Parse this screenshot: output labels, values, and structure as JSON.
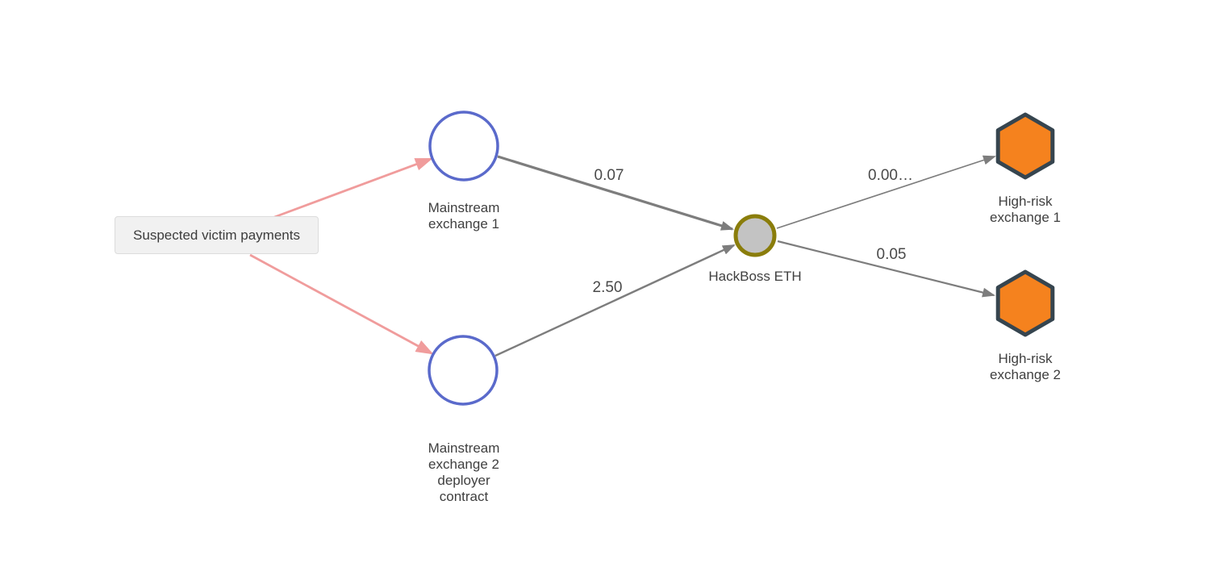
{
  "diagram": {
    "title": "transaction-flow-graph",
    "annotation": {
      "label": "Suspected victim payments"
    },
    "nodes": [
      {
        "id": "mainstream-exchange-1",
        "label": "Mainstream\nexchange 1",
        "shape": "circle",
        "fill": "#ffffff",
        "stroke": "#5a6acb"
      },
      {
        "id": "mainstream-exchange-2-deployer-contract",
        "label": "Mainstream\nexchange 2\ndeployer\ncontract",
        "shape": "circle",
        "fill": "#ffffff",
        "stroke": "#5a6acb"
      },
      {
        "id": "hackboss-eth",
        "label": "HackBoss ETH",
        "shape": "circle",
        "fill": "#c3c3c3",
        "stroke": "#8a7d0b"
      },
      {
        "id": "high-risk-exchange-1",
        "label": "High-risk\nexchange 1",
        "shape": "hexagon",
        "fill": "#f5821e",
        "stroke": "#36454f"
      },
      {
        "id": "high-risk-exchange-2",
        "label": "High-risk\nexchange 2",
        "shape": "hexagon",
        "fill": "#f5821e",
        "stroke": "#36454f"
      }
    ],
    "edges": [
      {
        "from": "annotation",
        "to": "mainstream-exchange-1",
        "label": "",
        "color": "#f09c9c"
      },
      {
        "from": "annotation",
        "to": "mainstream-exchange-2-deployer-contract",
        "label": "",
        "color": "#f09c9c"
      },
      {
        "from": "mainstream-exchange-1",
        "to": "hackboss-eth",
        "label": "0.07",
        "color": "#7d7d7d"
      },
      {
        "from": "mainstream-exchange-2-deployer-contract",
        "to": "hackboss-eth",
        "label": "2.50",
        "color": "#7d7d7d"
      },
      {
        "from": "hackboss-eth",
        "to": "high-risk-exchange-1",
        "label": "0.00…",
        "color": "#7d7d7d"
      },
      {
        "from": "hackboss-eth",
        "to": "high-risk-exchange-2",
        "label": "0.05",
        "color": "#7d7d7d"
      }
    ],
    "colors": {
      "background": "#ffffff",
      "edge_gray": "#7d7d7d",
      "edge_pink": "#f09c9c",
      "circle_stroke_blue": "#5a6acb",
      "central_node_fill": "#c3c3c3",
      "central_node_stroke": "#8a7d0b",
      "hexagon_fill": "#f5821e",
      "hexagon_stroke": "#36454f",
      "annotation_bg": "#f1f1f1",
      "label_text": "#3f3f3f"
    }
  }
}
